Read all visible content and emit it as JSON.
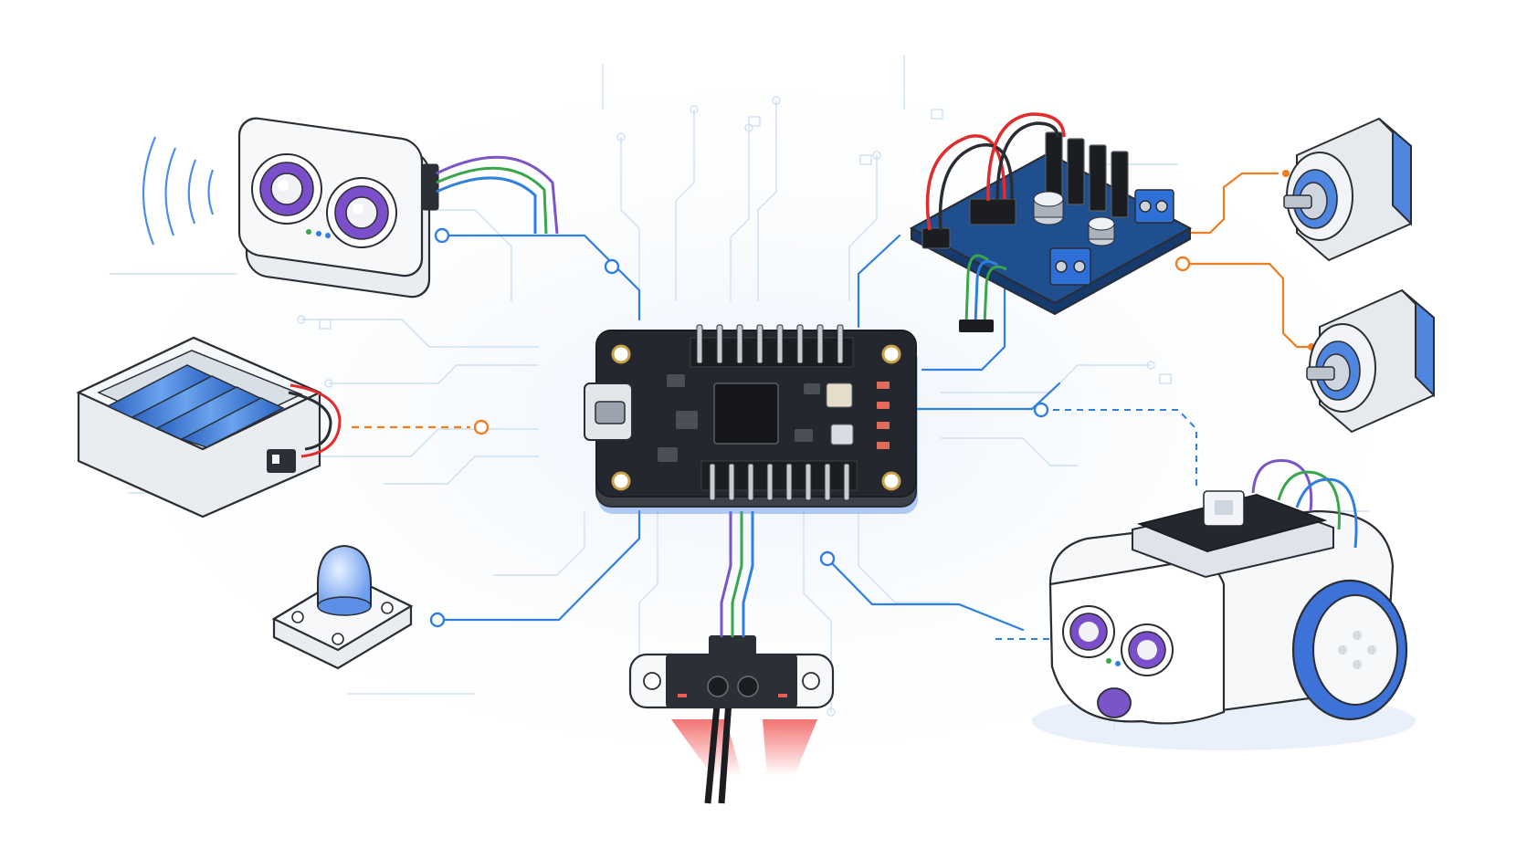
{
  "diagram": {
    "colors": {
      "background": "#ffffff",
      "trace_blue": "#2f7fe0",
      "trace_faint": "#cfe0f4",
      "power_orange": "#ef7d22",
      "pcb_black": "#24272d",
      "pcb_blue": "#1f4f8f",
      "battery_blue": "#3a7ad8",
      "wire_red": "#e02c2c",
      "wire_green": "#3aa64a",
      "wire_purple": "#7a55c9",
      "lens_purple": "#7b4fc9",
      "ir_red": "#f25a5a",
      "module_white": "#f7f8fa",
      "outline": "#2a2d33"
    },
    "hub": {
      "name": "microcontroller-board",
      "connector": "usb-port"
    },
    "peripherals": [
      {
        "name": "ultrasonic-sensor",
        "link": "signal"
      },
      {
        "name": "battery-pack",
        "link": "power"
      },
      {
        "name": "led-module",
        "link": "signal"
      },
      {
        "name": "ir-line-sensor",
        "link": "signal"
      },
      {
        "name": "motor-driver-board",
        "link": "signal"
      },
      {
        "name": "dc-gear-motor",
        "link": "power",
        "count": 2
      },
      {
        "name": "robot-car",
        "link": "wireless"
      }
    ]
  }
}
